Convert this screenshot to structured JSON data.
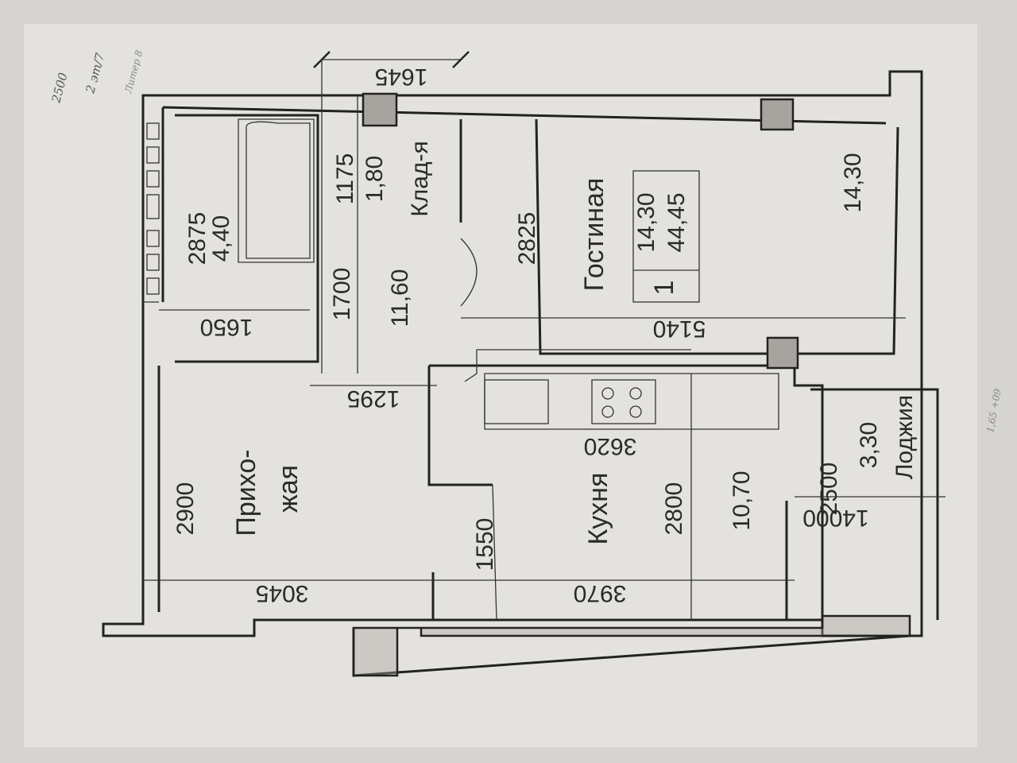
{
  "handwritten": {
    "note1": "2500",
    "note2": "2 эт/7",
    "note3": "Литер 8",
    "note4": "1,65 +09"
  },
  "rooms": {
    "bathroom": {
      "dim": "2875",
      "area": "4,40"
    },
    "storage": {
      "dim": "1175",
      "area": "1,80",
      "label": "Клад-я"
    },
    "corridor": {
      "dim": "1700",
      "area": "11,60"
    },
    "living": {
      "label": "Гостиная",
      "dim": "2825",
      "area": "14,30",
      "area_right": "14,30"
    },
    "summary": {
      "rooms": "1",
      "living_area": "14,30",
      "total_area": "44,45"
    },
    "hallway": {
      "label1": "Прихо-",
      "label2": "жая",
      "dim": "2900"
    },
    "kitchen": {
      "label": "Кухня",
      "dim_h": "3620",
      "dim": "2800",
      "area": "10,70",
      "dim_left": "1550"
    },
    "loggia": {
      "label": "Лоджия",
      "dim": "2500",
      "area": "3,30",
      "dim_w": "14000"
    }
  },
  "dimensions": {
    "top": "1645",
    "living_width": "5140",
    "bath_width": "1650",
    "corridor_width": "1295",
    "hall_width": "3045",
    "kitchen_width": "3970"
  }
}
